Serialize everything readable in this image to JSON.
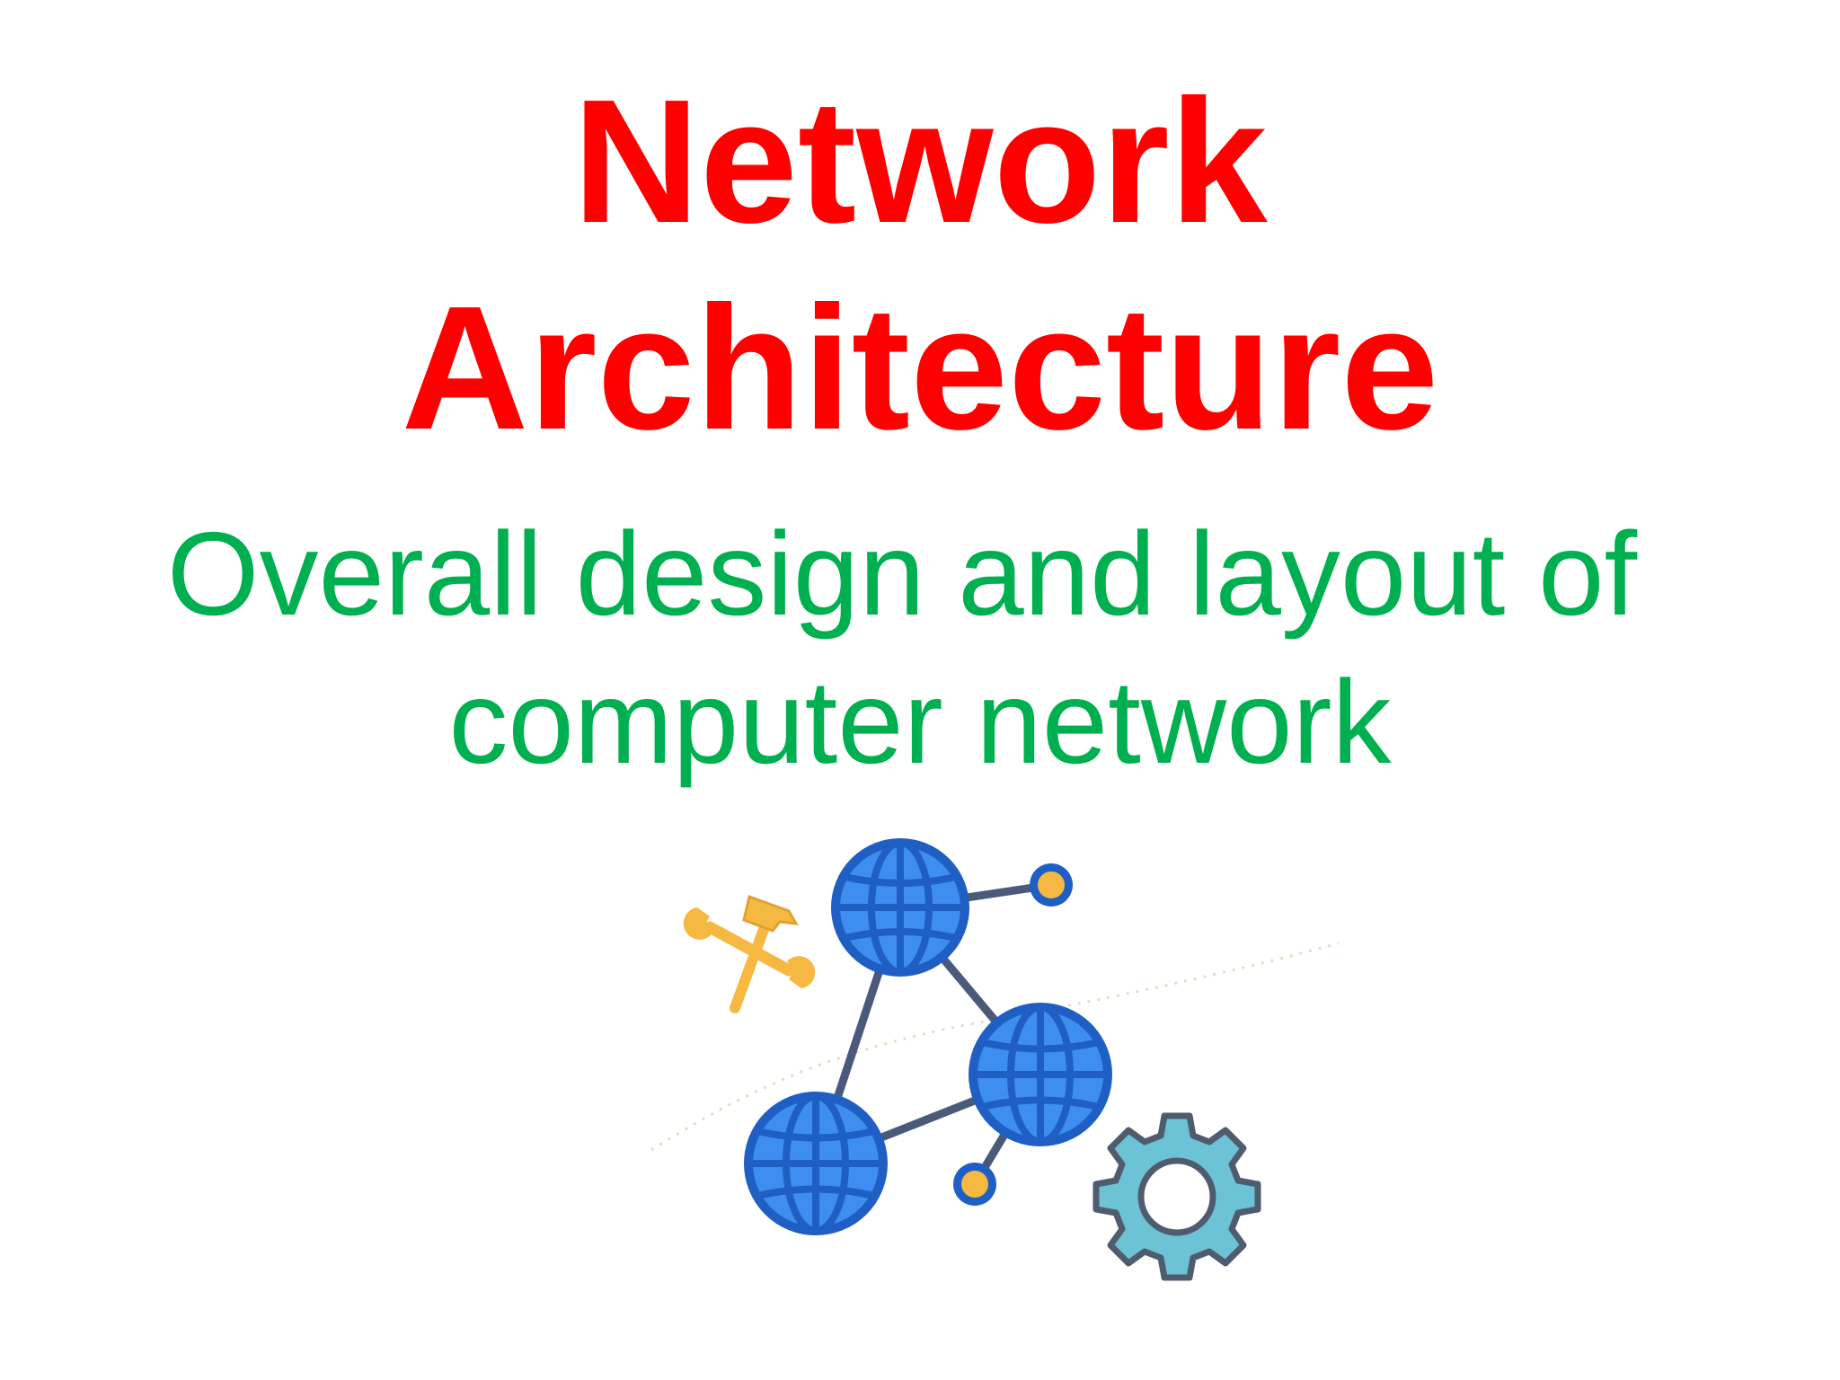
{
  "slide": {
    "title_line1": "Network",
    "title_line2": "Architecture",
    "subtitle_line1": "Overall design and layout of",
    "subtitle_line2": "computer network"
  },
  "colors": {
    "title": "#ff0000",
    "subtitle": "#00b050",
    "globe_fill": "#3d8ef0",
    "globe_outline": "#1f5fc4",
    "link_line": "#4a5a7a",
    "node_dot": "#f5b942",
    "gear_fill": "#6cc3d5",
    "tools": "#f5b942"
  },
  "icons": [
    "globe-icon",
    "tools-icon",
    "gear-icon"
  ]
}
